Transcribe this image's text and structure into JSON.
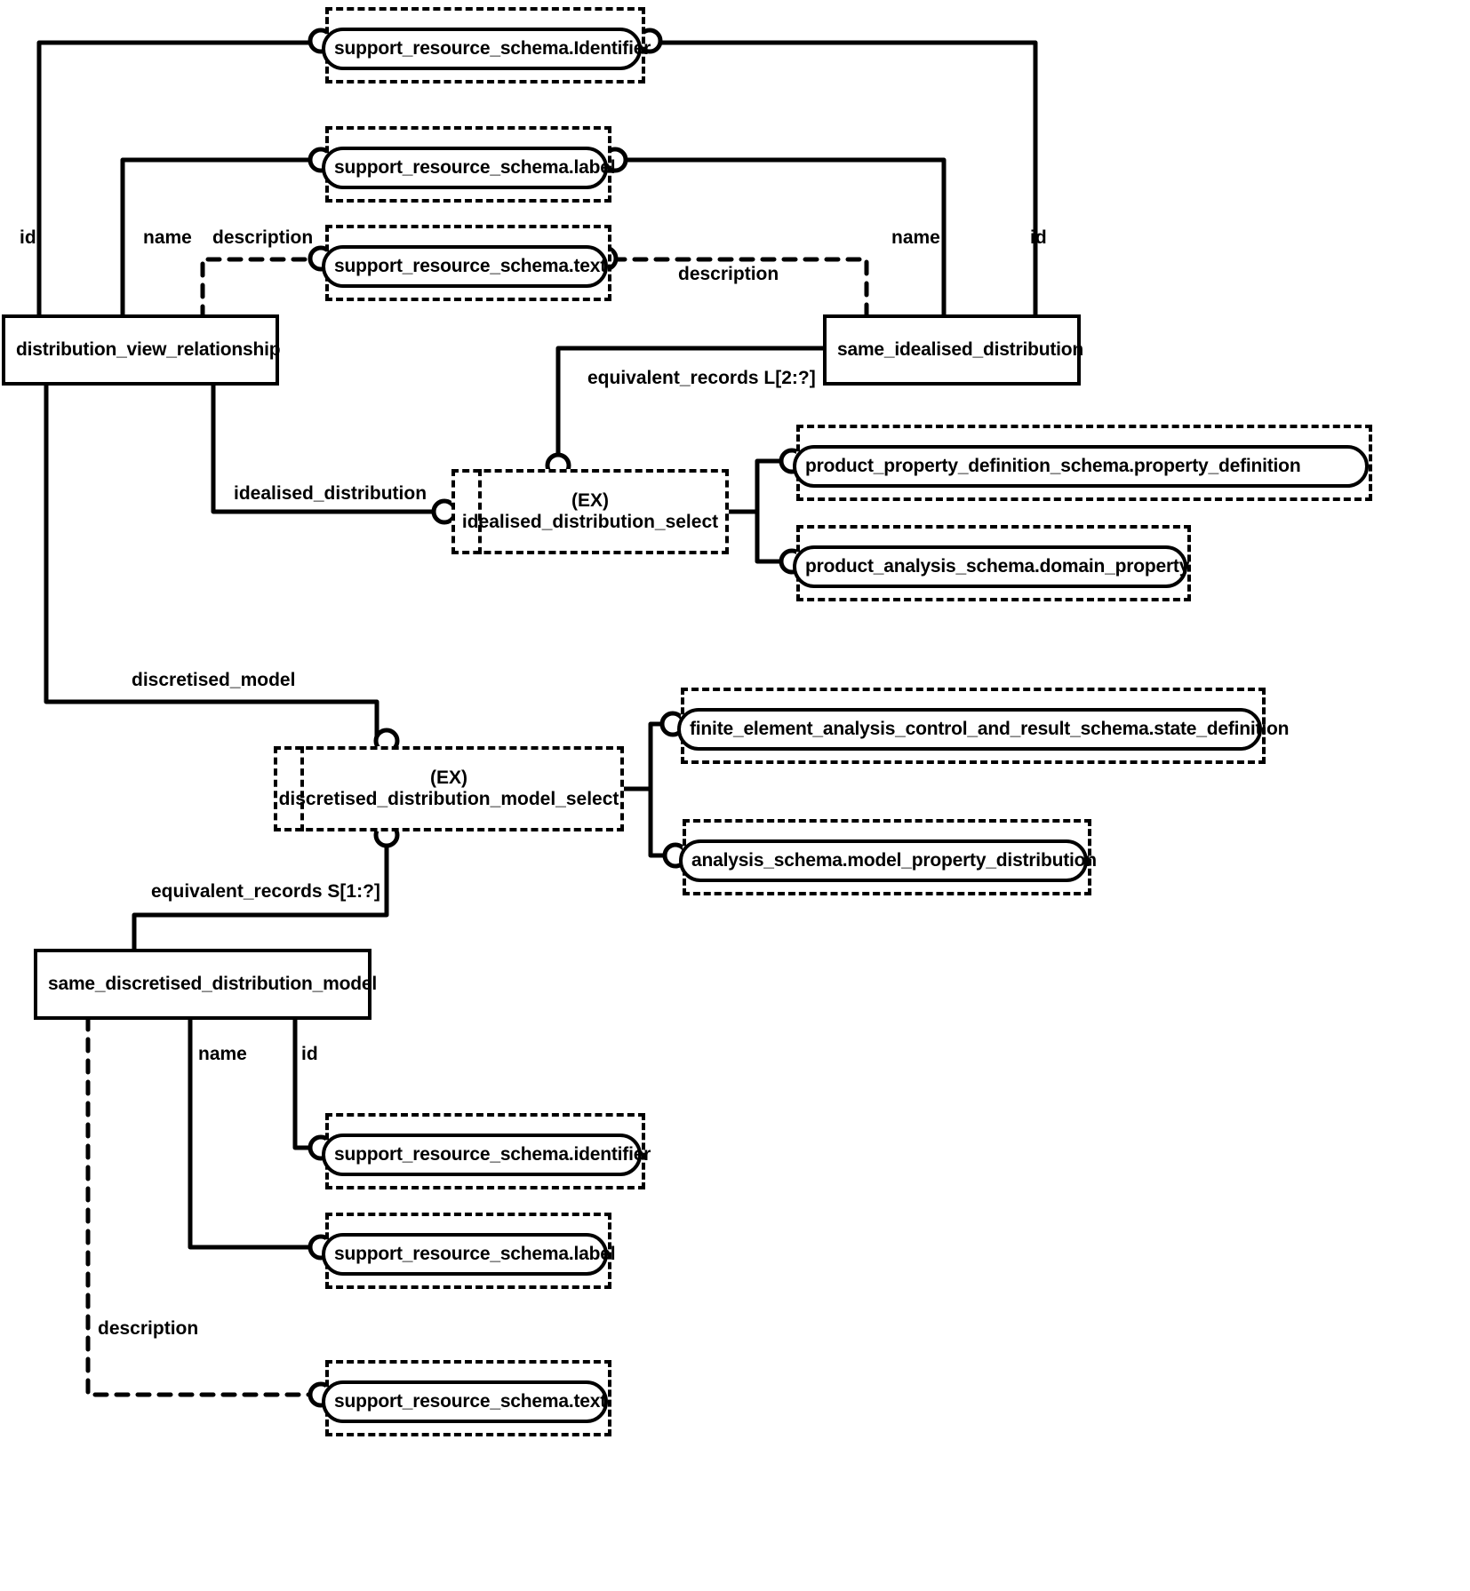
{
  "diagram": {
    "title": "EXPRESS-G schema diagram",
    "notation": "EXPRESS-G",
    "stroke_color": "#000000",
    "background_color": "#ffffff"
  },
  "entities": [
    {
      "id": "distribution_view_relationship",
      "label": "distribution_view_relationship",
      "kind": "entity"
    },
    {
      "id": "same_idealised_distribution",
      "label": "same_idealised_distribution",
      "kind": "entity"
    },
    {
      "id": "same_discretised_distribution_model",
      "label": "same_discretised_distribution_model",
      "kind": "entity"
    }
  ],
  "selects": [
    {
      "id": "idealised_distribution_select",
      "ex_marker": "(EX)",
      "label": "idealised_distribution_select",
      "kind": "select"
    },
    {
      "id": "discretised_distribution_model_select",
      "ex_marker": "(EX)",
      "label": "discretised_distribution_model_select",
      "kind": "select"
    }
  ],
  "imported_types": [
    {
      "id": "imp_identifier_top",
      "label": "support_resource_schema.Identifier"
    },
    {
      "id": "imp_label_top",
      "label": "support_resource_schema.label"
    },
    {
      "id": "imp_text_top",
      "label": "support_resource_schema.text"
    },
    {
      "id": "imp_prop_def",
      "label": "product_property_definition_schema.property_definition"
    },
    {
      "id": "imp_domain_prop",
      "label": "product_analysis_schema.domain_property"
    },
    {
      "id": "imp_state_def",
      "label": "finite_element_analysis_control_and_result_schema.state_definition"
    },
    {
      "id": "imp_model_prop_dist",
      "label": "analysis_schema.model_property_distribution"
    },
    {
      "id": "imp_identifier_bot",
      "label": "support_resource_schema.identifier"
    },
    {
      "id": "imp_label_bot",
      "label": "support_resource_schema.label"
    },
    {
      "id": "imp_text_bot",
      "label": "support_resource_schema.text"
    }
  ],
  "relation_labels": {
    "dvr_id": "id",
    "dvr_name": "name",
    "dvr_description": "description",
    "sid_name": "name",
    "sid_id": "id",
    "sid_description": "description",
    "equivalent_records_L": "equivalent_records L[2:?]",
    "idealised_distribution": "idealised_distribution",
    "discretised_model": "discretised_model",
    "equivalent_records_S": "equivalent_records S[1:?]",
    "sdm_name": "name",
    "sdm_id": "id",
    "sdm_description": "description"
  }
}
